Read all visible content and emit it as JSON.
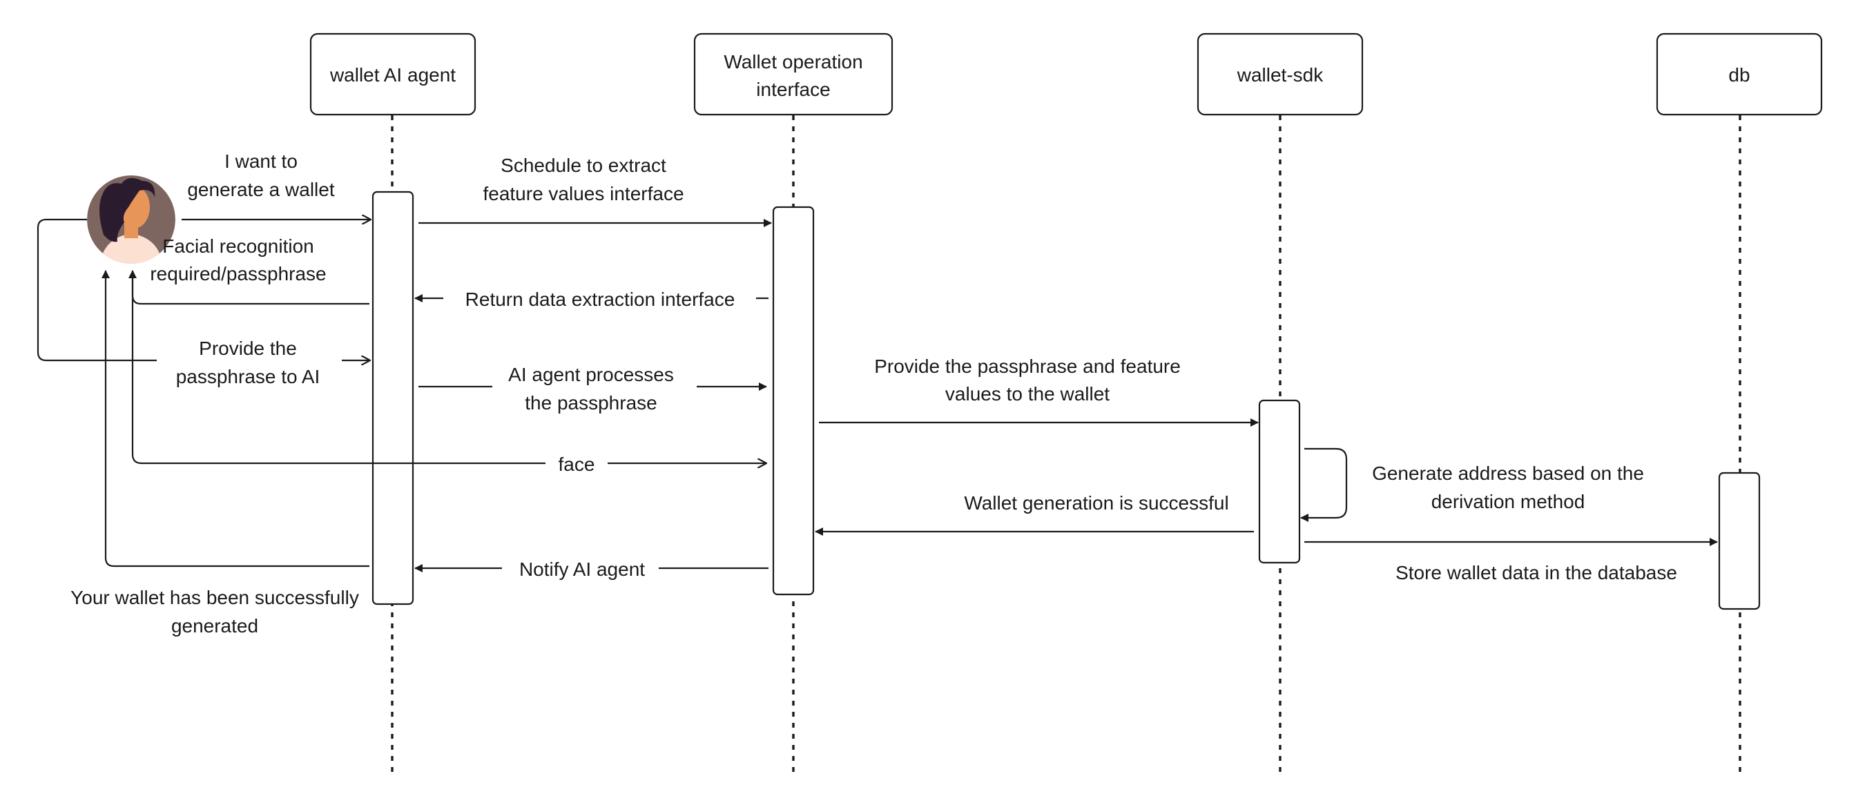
{
  "participants": {
    "agent": "wallet AI agent",
    "interface_line1": "Wallet operation",
    "interface_line2": "interface",
    "sdk": "wallet-sdk",
    "db": "db"
  },
  "messages": {
    "m1_line1": "I want to",
    "m1_line2": "generate a wallet",
    "m2_line1": "Schedule to extract",
    "m2_line2": "feature values interface",
    "m3": "Return data extraction interface",
    "m4_line1": "Facial recognition",
    "m4_line2": "required/passphrase",
    "m5_line1": "Provide the",
    "m5_line2": "passphrase to AI",
    "m6_line1": "AI agent processes",
    "m6_line2": "the passphrase",
    "m7_line1": "Provide the passphrase and feature",
    "m7_line2": "values to the wallet",
    "m8": "face",
    "m9_line1": "Generate address based on the",
    "m9_line2": "derivation method",
    "m10": "Wallet generation is successful",
    "m11": "Store wallet data in the database",
    "m12": "Notify AI agent",
    "m13_line1": "Your wallet has been successfully",
    "m13_line2": "generated"
  },
  "user": {
    "icon": "user-avatar-icon",
    "avatar_bg": "#7d6560",
    "hair": "#2b1b2e",
    "skin": "#e8955a",
    "shirt": "#fce0d2"
  }
}
